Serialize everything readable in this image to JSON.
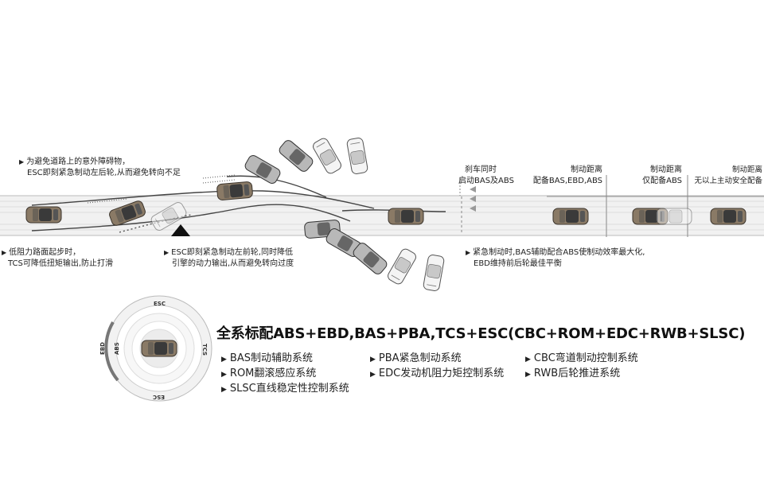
{
  "annotations": {
    "top_left": [
      "为避免道路上的意外障碍物，",
      "ESC即刻紧急制动左后轮,从而避免转向不足"
    ],
    "bottom_left": [
      "低阻力路面起步时，",
      "TCS可降低扭矩输出,防止打滑"
    ],
    "bottom_middle": [
      "ESC即刻紧急制动左前轮,同时降低",
      "引擎的动力输出,从而避免转向过度"
    ],
    "brake_start": [
      "刹车同时",
      "启动BAS及ABS"
    ],
    "bottom_right": [
      "紧急制动时,BAS辅助配合ABS使制动效率最大化,",
      "EBD维持前后轮最佳平衡"
    ]
  },
  "brake_distances": [
    {
      "label": "制动距离",
      "desc": "配备BAS,EBD,ABS"
    },
    {
      "label": "制动距离",
      "desc": "仅配备ABS"
    },
    {
      "label": "制动距离",
      "desc": "无以上主动安全配备"
    }
  ],
  "ring_labels": {
    "top": "ESC",
    "right": "TCS",
    "bottom": "ESC",
    "left_outer": "EBD",
    "left_inner": "ABS"
  },
  "headline": "全系标配ABS+EBD,BAS+PBA,TCS+ESC(CBC+ROM+EDC+RWB+SLSC)",
  "features": [
    "BAS制动辅助系统",
    "PBA紧急制动系统",
    "CBC弯道制动控制系统",
    "ROM翻滚感应系统",
    "EDC发动机阻力矩控制系统",
    "RWB后轮推进系统",
    "SLSC直线稳定性控制系统"
  ],
  "marker_glyph": "▶",
  "colors": {
    "car_body": "#8a7a66",
    "car_roof": "#3a3a3a",
    "road_line": "#555555",
    "ghost_car": "#d0d0d0"
  }
}
